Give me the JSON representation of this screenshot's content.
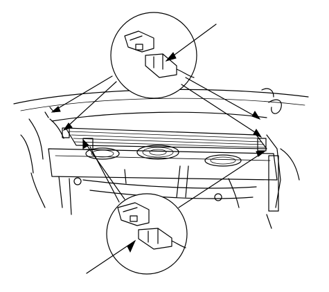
{
  "diagram": {
    "style": "line-art technical illustration",
    "stroke_color": "#000000",
    "background_color": "#ffffff",
    "parts": [
      {
        "id": "upper-detail-callout",
        "depicts": "connector-clip"
      },
      {
        "id": "lower-detail-callout",
        "depicts": "connector-clip"
      },
      {
        "id": "rear-shelf-assembly",
        "depicts": "rear-panel-with-speakers"
      }
    ]
  }
}
